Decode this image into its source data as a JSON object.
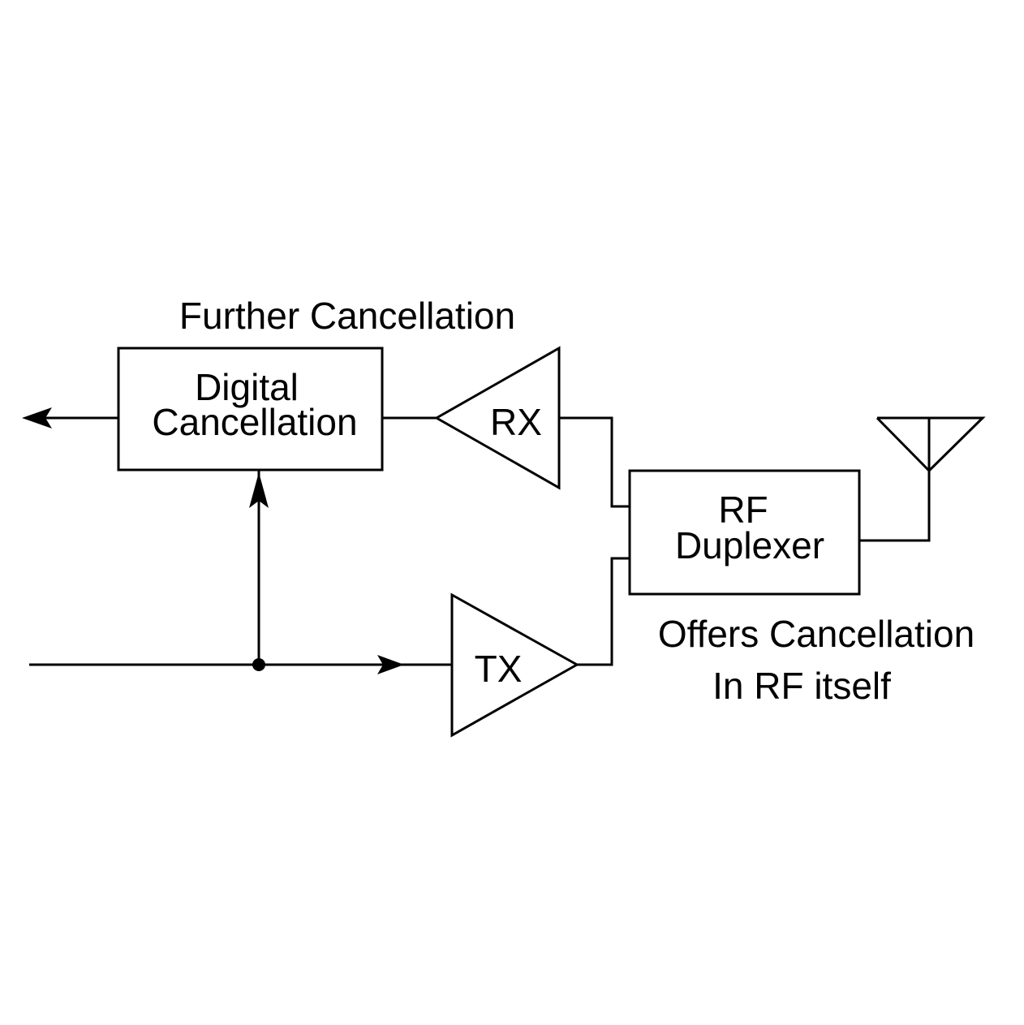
{
  "diagram": {
    "type": "block-diagram",
    "annotations": {
      "top": "Further Cancellation",
      "bottom_line1": "Offers Cancellation",
      "bottom_line2": "In RF itself"
    },
    "blocks": {
      "digital": {
        "line1": "Digital",
        "line2": "Cancellation"
      },
      "rx": {
        "label": "RX"
      },
      "tx": {
        "label": "TX"
      },
      "duplexer": {
        "line1": "RF",
        "line2": "Duplexer"
      }
    },
    "components": [
      "input-line",
      "junction-dot",
      "tx-amplifier",
      "rf-duplexer",
      "antenna",
      "rx-amplifier",
      "digital-cancellation-block",
      "output-arrow"
    ],
    "colors": {
      "stroke": "#000000",
      "background": "#ffffff"
    }
  }
}
